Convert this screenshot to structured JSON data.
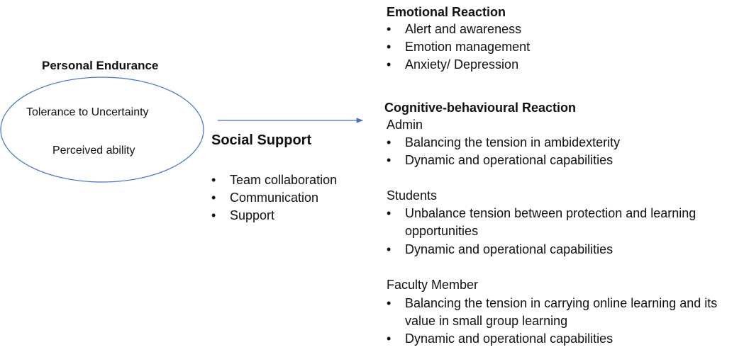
{
  "personal_endurance": {
    "title": "Personal Endurance",
    "items": [
      "Tolerance to Uncertainty",
      "Perceived ability"
    ]
  },
  "social_support": {
    "title": "Social Support",
    "items": [
      "Team collaboration",
      "Communication",
      "Support"
    ]
  },
  "emotional_reaction": {
    "title": "Emotional Reaction",
    "items": [
      "Alert and awareness",
      "Emotion management",
      "Anxiety/ Depression"
    ]
  },
  "cognitive_reaction": {
    "title": "Cognitive-behavioural Reaction",
    "admin": {
      "label": "Admin",
      "items": [
        "Balancing the tension in ambidexterity",
        "Dynamic and operational capabilities"
      ]
    },
    "students": {
      "label": "Students",
      "items": [
        "Unbalance tension between protection and learning",
        "opportunities",
        "Dynamic and operational capabilities"
      ]
    },
    "faculty": {
      "label": "Faculty Member",
      "items": [
        "Balancing the tension in carrying online learning and its",
        "value in small group learning",
        "Dynamic and operational capabilities"
      ]
    }
  },
  "bullet": "•",
  "colors": {
    "shape_stroke": "#4472C4"
  }
}
